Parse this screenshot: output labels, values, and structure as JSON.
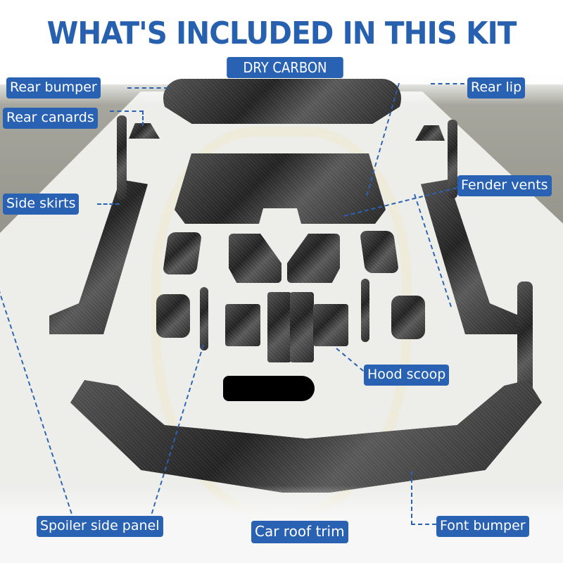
{
  "header": {
    "title": "WHAT'S INCLUDED IN THIS KIT",
    "material_badge": "DRY CARBON"
  },
  "labels": {
    "rear_bumper": "Rear bumper",
    "rear_lip": "Rear lip",
    "rear_canards": "Rear canards",
    "side_skirts": "Side skirts",
    "fender_vents": "Fender vents",
    "hood_scoop": "Hood scoop",
    "spoiler_side_panel": "Spoiler side panel",
    "car_roof_trim": "Car roof trim",
    "front_bumper": "Font bumper"
  },
  "colors": {
    "accent_blue": "#2a62b3",
    "title_blue": "#2860b0",
    "label_text": "#ffffff"
  }
}
